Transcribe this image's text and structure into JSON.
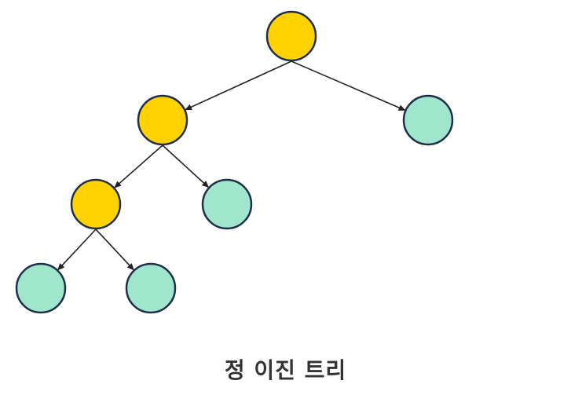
{
  "caption": "정 이진 트리",
  "colors": {
    "internal_node": "#FFD200",
    "leaf_node": "#9FE6CC",
    "node_stroke": "#1F2F4A",
    "edge": "#222222"
  },
  "tree": {
    "nodes": [
      {
        "id": "root",
        "kind": "internal"
      },
      {
        "id": "left",
        "kind": "internal"
      },
      {
        "id": "right",
        "kind": "leaf"
      },
      {
        "id": "left-left",
        "kind": "internal"
      },
      {
        "id": "left-right",
        "kind": "leaf"
      },
      {
        "id": "left-left-left",
        "kind": "leaf"
      },
      {
        "id": "left-left-right",
        "kind": "leaf"
      }
    ],
    "edges": [
      {
        "from": "root",
        "to": "left"
      },
      {
        "from": "root",
        "to": "right"
      },
      {
        "from": "left",
        "to": "left-left"
      },
      {
        "from": "left",
        "to": "left-right"
      },
      {
        "from": "left-left",
        "to": "left-left-left"
      },
      {
        "from": "left-left",
        "to": "left-left-right"
      }
    ]
  }
}
